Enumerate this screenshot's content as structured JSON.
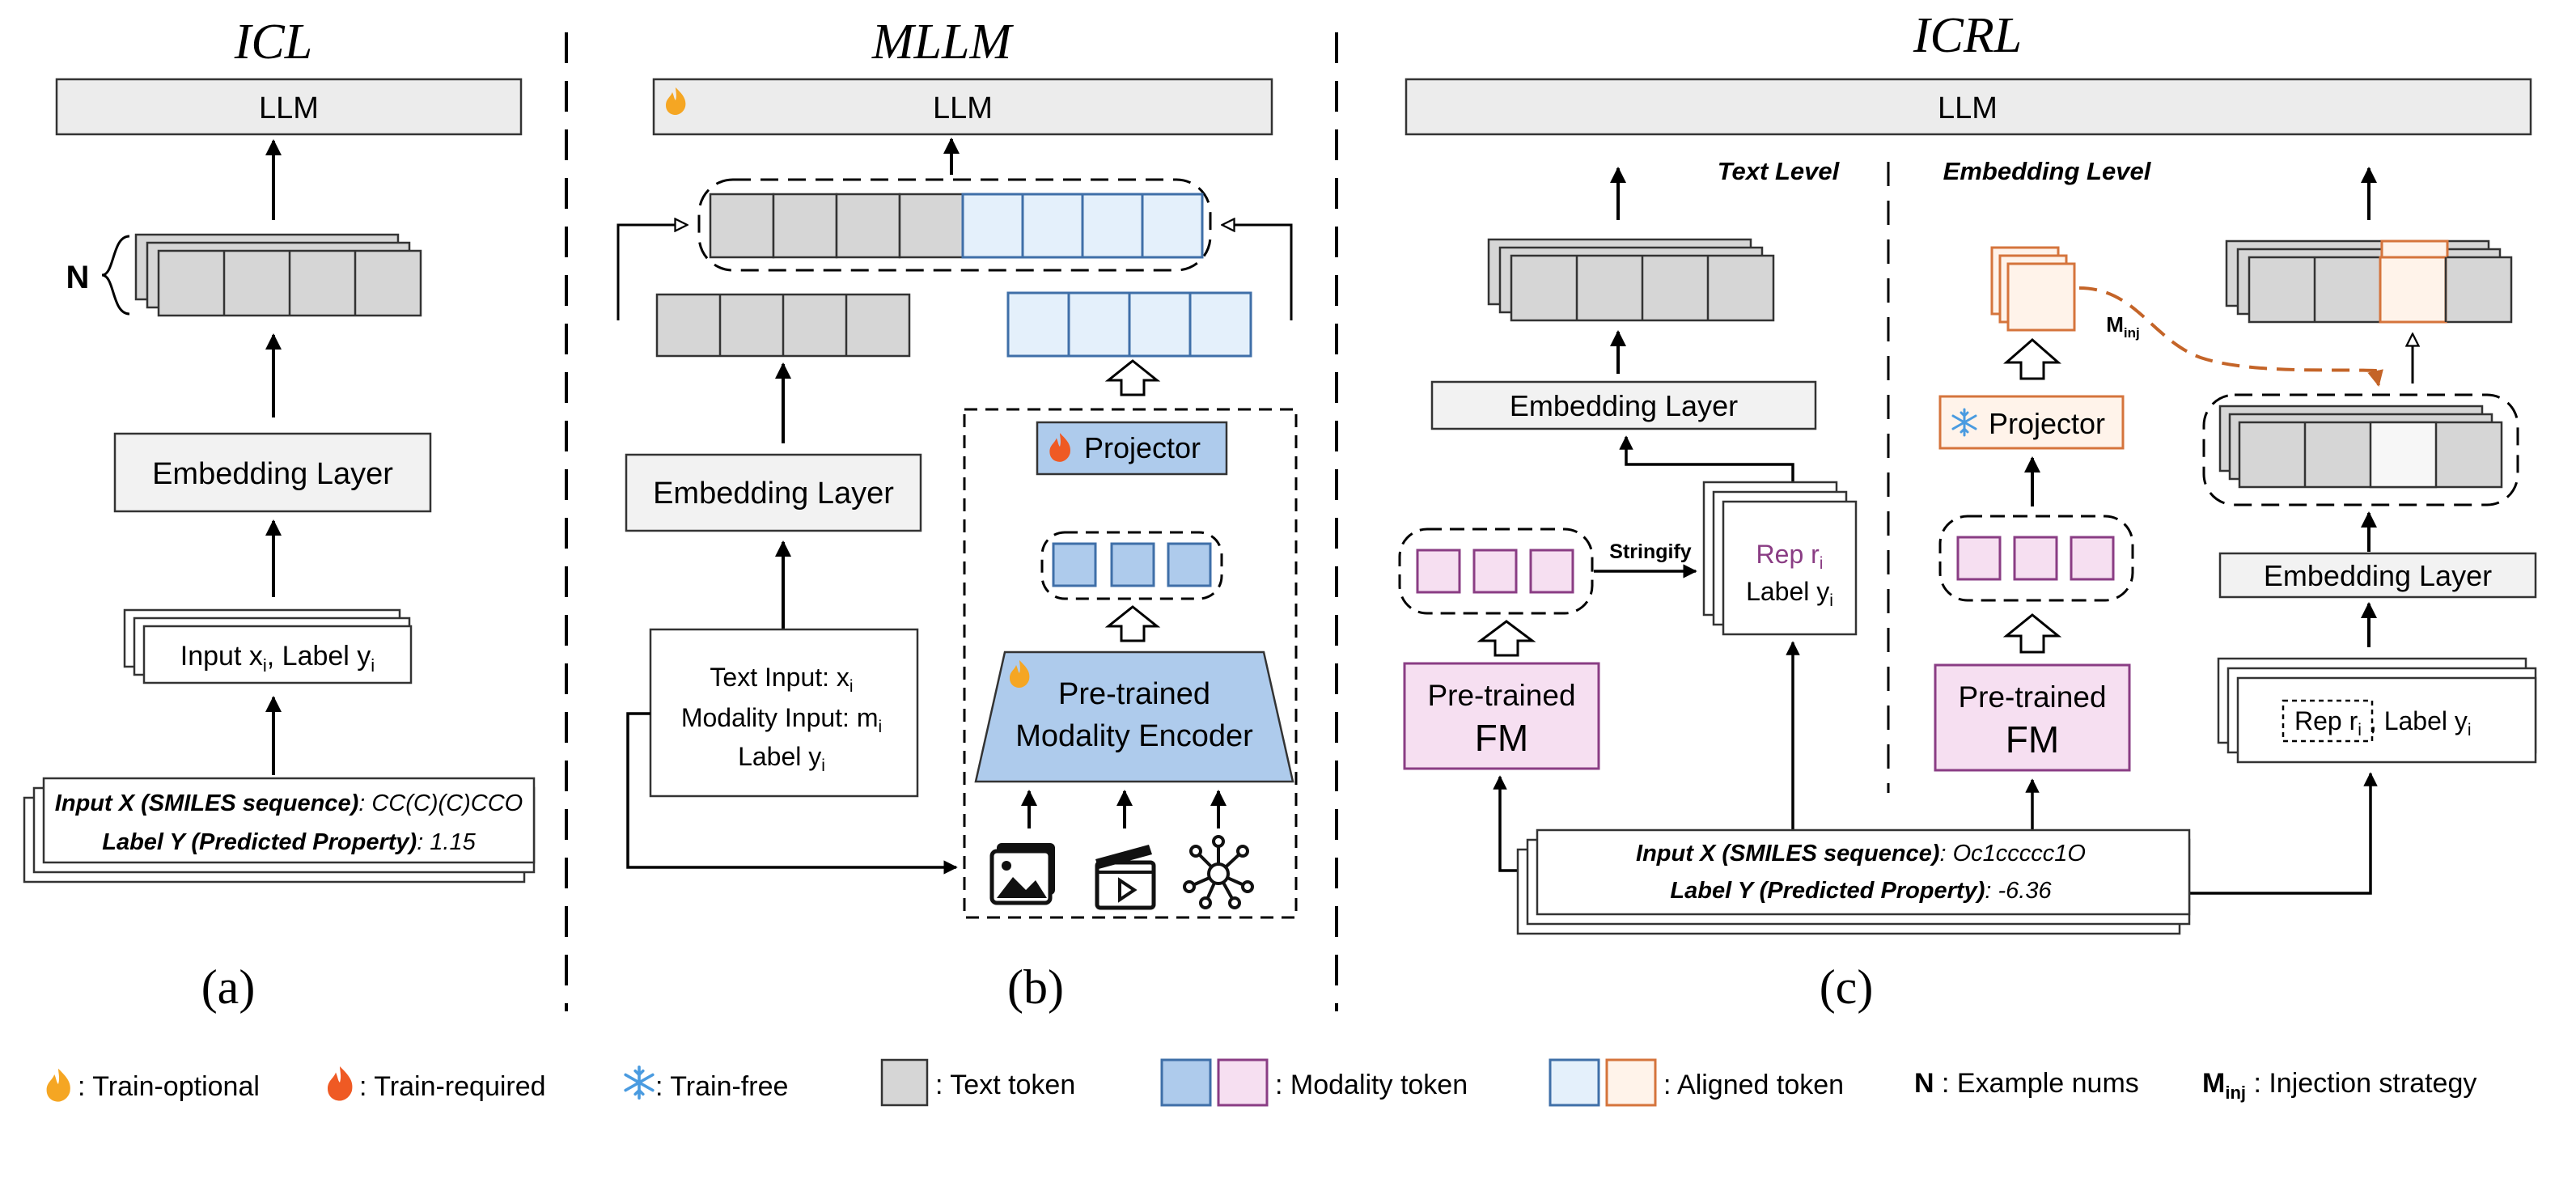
{
  "panels": {
    "icl": {
      "title": "ICL",
      "llm": "LLM",
      "n_label": "N",
      "embedding": "Embedding Layer",
      "input_label": "Input x",
      "input_sub": "i",
      "label_label": ", Label y",
      "label_sub": "i",
      "data_line1_bold": "Input X (SMILES sequence)",
      "data_line1_val": ": CC(C)(C)CCO",
      "data_line2_bold": "Label Y (Predicted Property)",
      "data_line2_val": ": 1.15",
      "caption": "(a)"
    },
    "mllm": {
      "title": "MLLM",
      "llm": "LLM",
      "embedding": "Embedding Layer",
      "projector": "Projector",
      "encoder_line1": "Pre-trained",
      "encoder_line2": "Modality Encoder",
      "text_input": "Text Input: x",
      "text_input_sub": "i",
      "modality_input": "Modality Input: m",
      "modality_input_sub": "i",
      "label": "Label y",
      "label_sub": "i",
      "caption": "(b)"
    },
    "icrl": {
      "title": "ICRL",
      "llm": "LLM",
      "text_level": "Text Level",
      "embedding_level": "Embedding Level",
      "embedding_left": "Embedding Layer",
      "embedding_right": "Embedding Layer",
      "fm_line1": "Pre-trained",
      "fm_line2": "FM",
      "stringify": "Stringify",
      "rep": "Rep  r",
      "rep_sub": "i",
      "label": "Label  y",
      "label_sub": "i",
      "projector": "Projector",
      "minj": "M",
      "minj_sub": "inj",
      "rep2": "Rep r",
      "rep2_sub": "i",
      "label2": ", Label y",
      "label2_sub": "i",
      "data_line1_bold": "Input X (SMILES sequence)",
      "data_line1_val": ": Oc1ccccc1O",
      "data_line2_bold": "Label Y (Predicted Property)",
      "data_line2_val": ": -6.36",
      "caption": "(c)"
    }
  },
  "legend": {
    "train_optional": ": Train-optional",
    "train_required": ": Train-required",
    "train_free": ": Train-free",
    "text_token": ": Text token",
    "modality_token": ": Modality token",
    "aligned_token": ": Aligned token",
    "n_key": "N",
    "n_desc": " : Example nums",
    "minj_key": "M",
    "minj_sub": "inj",
    "minj_desc": " : Injection strategy"
  },
  "colors": {
    "text_token": "#d6d6d6",
    "modality_blue_fill": "#aecbec",
    "modality_blue_stroke": "#3f6fa8",
    "modality_pink_fill": "#f6dff1",
    "modality_pink_stroke": "#8a3d84",
    "aligned_blue_fill": "#e4f0fb",
    "aligned_orange_fill": "#fff3ea",
    "aligned_orange_stroke": "#d5743c",
    "injection_arrow": "#c46428",
    "fire_optional": "#f5a623",
    "fire_required": "#ef5a24",
    "snowflake": "#4a9be0"
  }
}
